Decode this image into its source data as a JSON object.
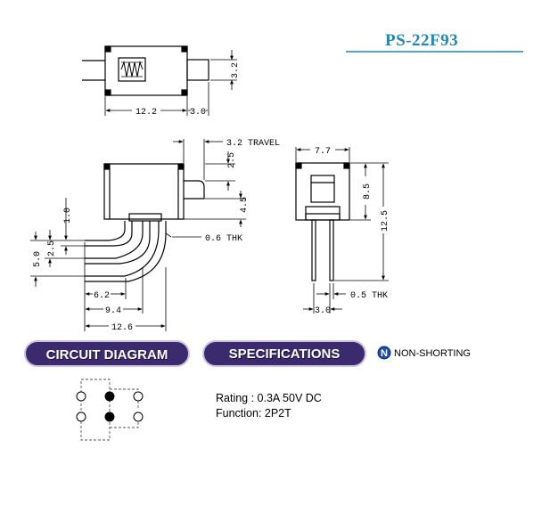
{
  "model": "PS-22F93",
  "colors": {
    "title": "#1f86b8",
    "pill": "#3c2a6e",
    "pill_border": "#c9c0e6",
    "ink": "#000000"
  },
  "top_view": {
    "dims": [
      "3.2",
      "12.2",
      "3.0"
    ]
  },
  "side_view": {
    "dims": [
      "3.2 TRAVEL",
      "2.5",
      "4.5",
      "1.0",
      "0.6 THK",
      "2.5",
      "5.0",
      "6.2",
      "9.4",
      "12.6"
    ]
  },
  "end_view": {
    "dims": [
      "7.7",
      "8.5",
      "12.5",
      "0.5 THK",
      "3.0"
    ]
  },
  "sections": {
    "circuit_label": "CIRCUIT DIAGRAM",
    "spec_label": "SPECIFICATIONS"
  },
  "non_shorting": {
    "icon": "N",
    "label": "NON-SHORTING"
  },
  "specifications": {
    "rating": "Rating : 0.3A 50V DC",
    "function": "Function: 2P2T"
  },
  "circuit": {
    "pins_filled": [
      false,
      true,
      false,
      false,
      true,
      false
    ]
  }
}
